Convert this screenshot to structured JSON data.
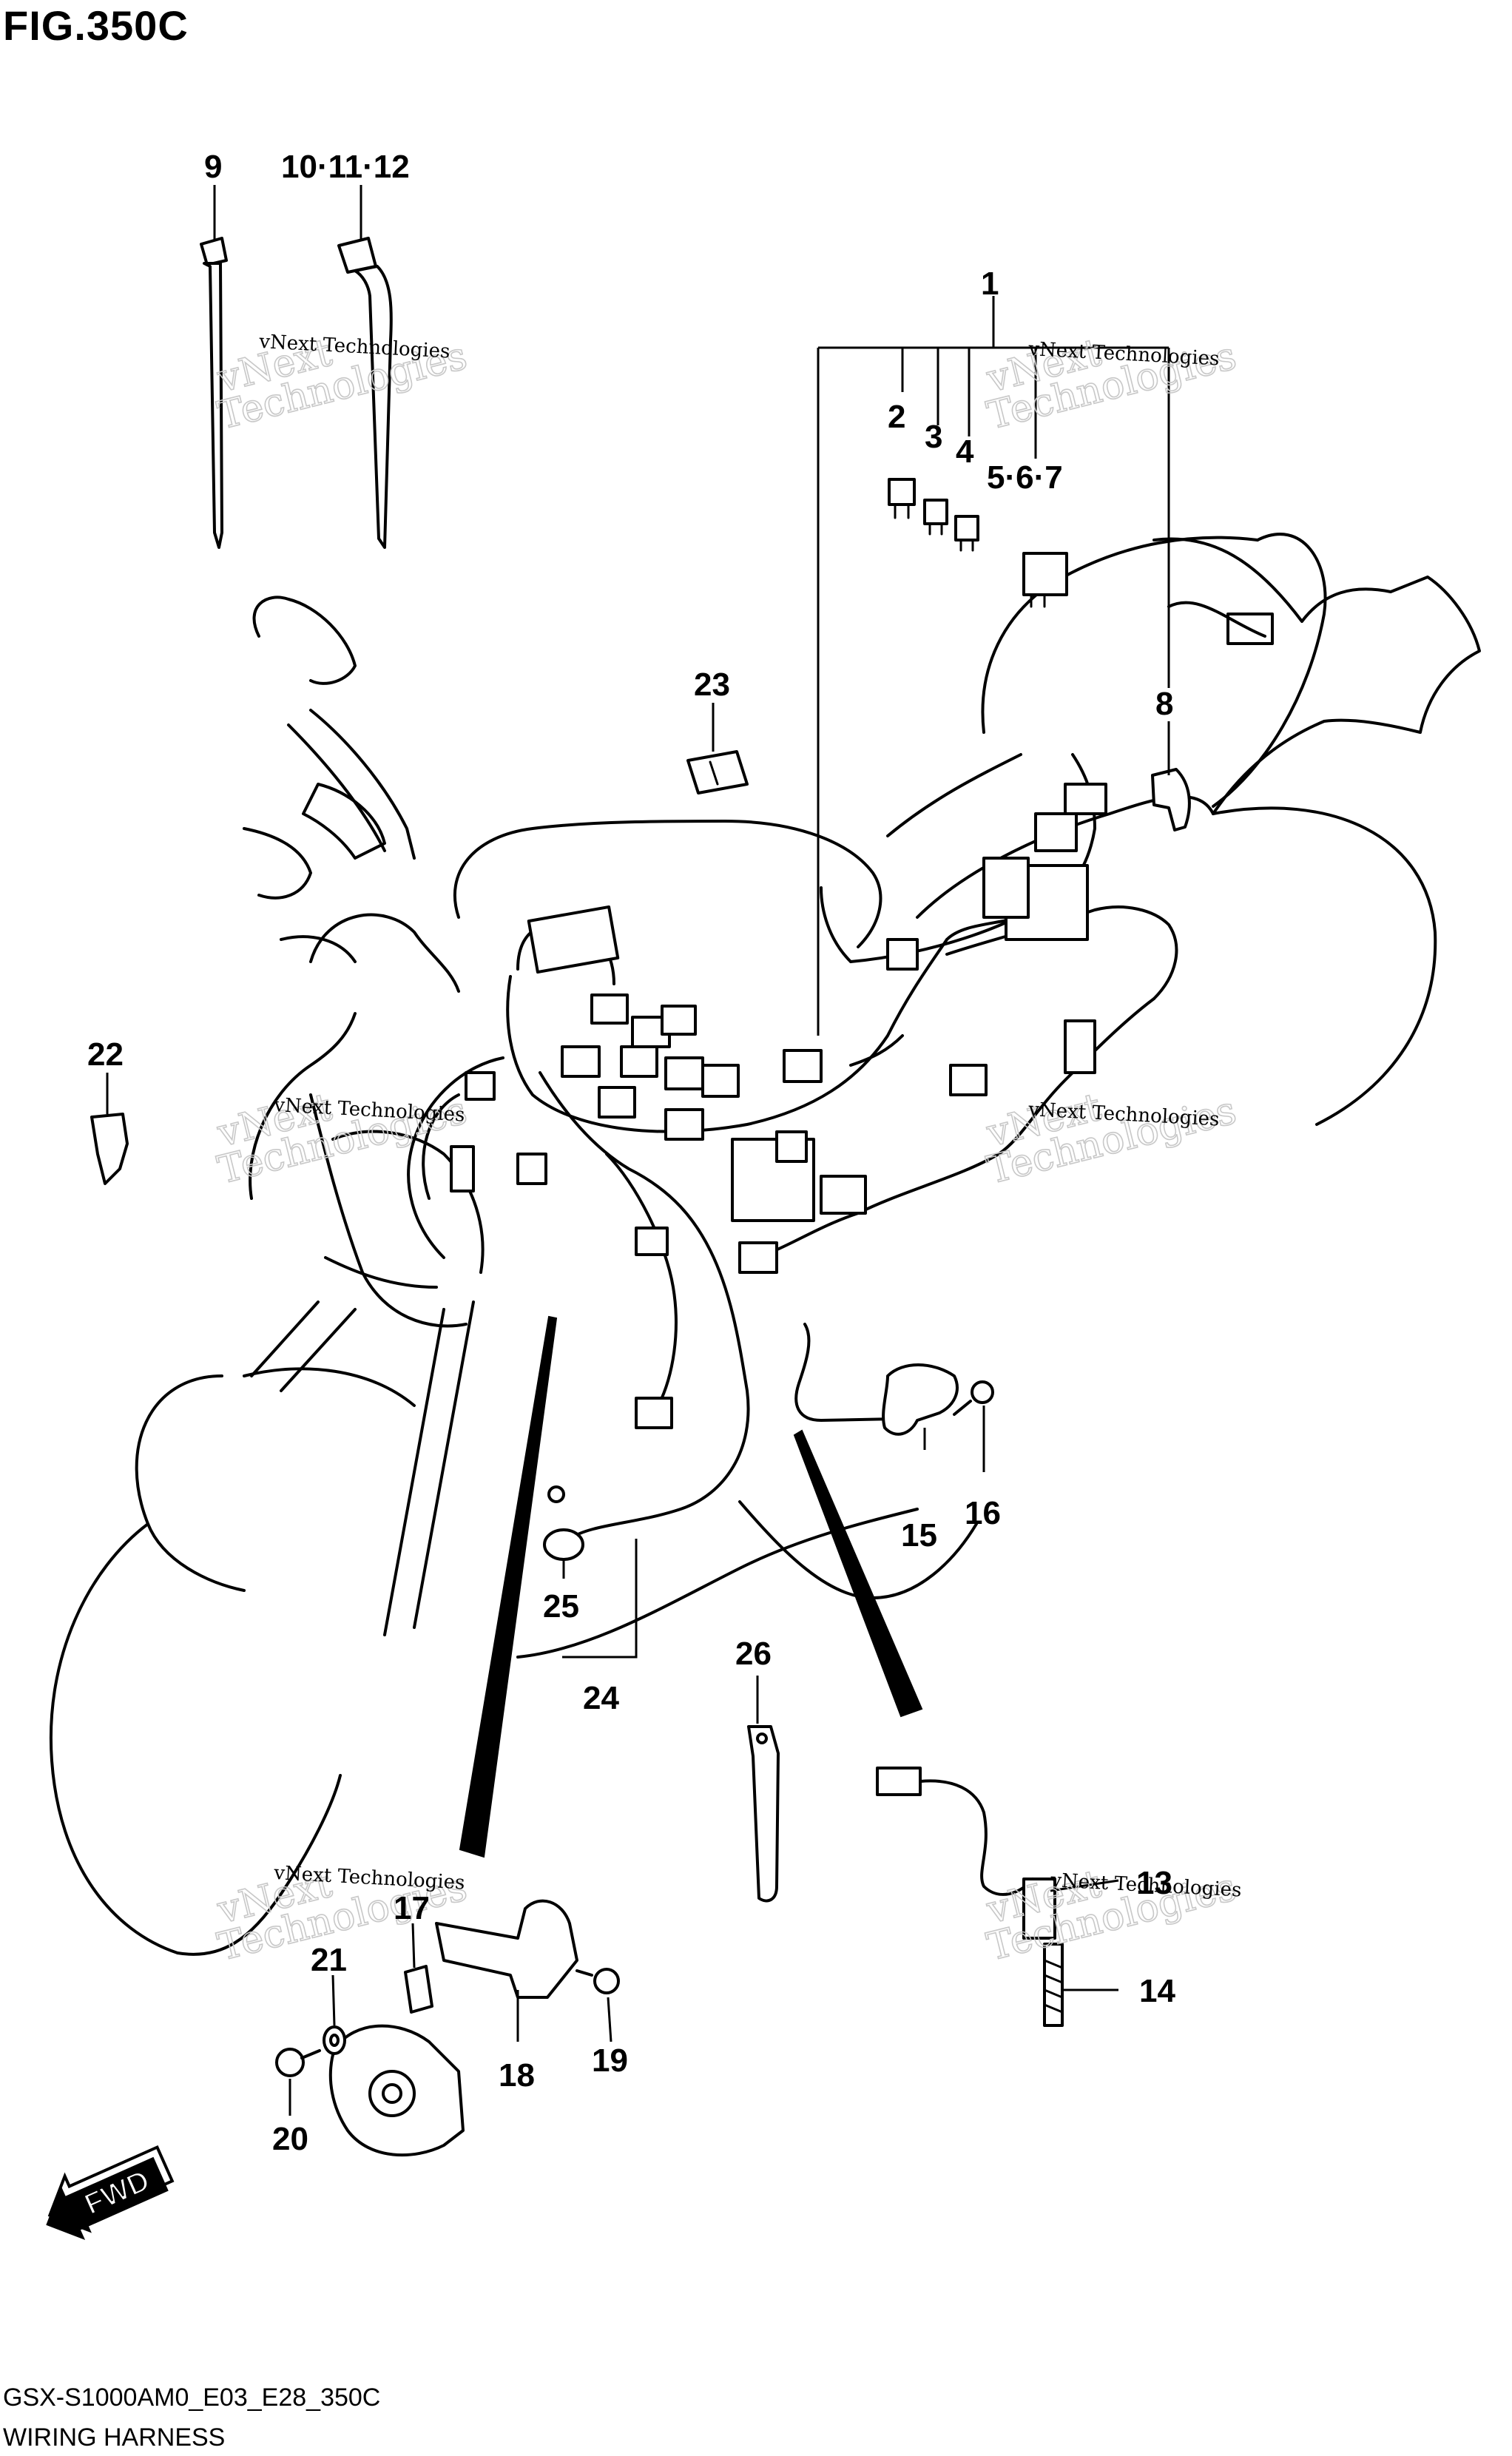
{
  "figure": {
    "title": "FIG.350C",
    "code": "GSX-S1000AM0_E03_E28_350C",
    "name": "WIRING HARNESS"
  },
  "callouts": {
    "c1": "1",
    "c2": "2",
    "c3": "3",
    "c4": "4",
    "c5_7": "5·6·7",
    "c8": "8",
    "c9": "9",
    "c10_12": "10·11·12",
    "c13": "13",
    "c14": "14",
    "c15": "15",
    "c16": "16",
    "c17": "17",
    "c18": "18",
    "c19": "19",
    "c20": "20",
    "c21": "21",
    "c22": "22",
    "c23": "23",
    "c24": "24",
    "c25": "25",
    "c26": "26"
  },
  "watermark": {
    "text": "vNext Technologies",
    "big_line1": "vNext",
    "big_line2": "Technologies"
  },
  "direction_badge": "FWD"
}
